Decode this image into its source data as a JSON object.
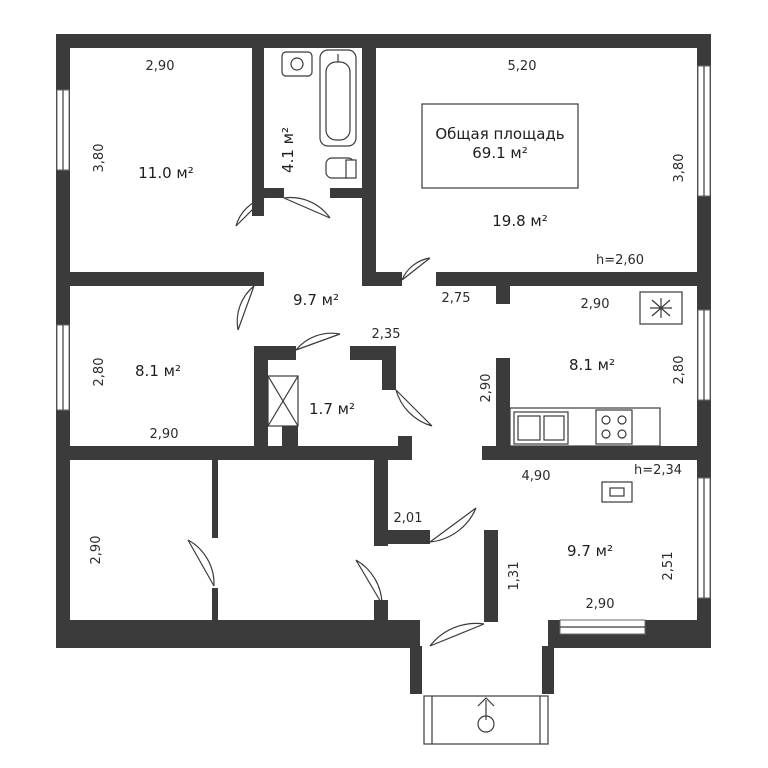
{
  "total_area": {
    "label": "Общая площадь",
    "value": "69.1 м²"
  },
  "rooms": {
    "bedroom_top_left": {
      "area": "11.0 м²",
      "width": "2,90",
      "height": "3,80"
    },
    "bathroom": {
      "area": "4.1 м²"
    },
    "living_room": {
      "area": "19.8 м²",
      "width": "5,20",
      "height": "3,80",
      "ceiling": "h=2,60"
    },
    "hallway": {
      "area": "9.7 м²",
      "dim_a": "2,75",
      "dim_b": "2,35"
    },
    "bedroom_mid_left": {
      "area": "8.1 м²",
      "width": "2,90",
      "height": "2,80"
    },
    "closet": {
      "area": "1.7 м²"
    },
    "kitchen": {
      "area": "8.1 м²",
      "width": "2,90",
      "height": "2,80",
      "depth": "2,90"
    },
    "entry_room": {
      "area": "9.7 м²",
      "width_top": "4,90",
      "ceiling": "h=2,34",
      "width_bottom": "2,90",
      "height": "2,51",
      "small_dim": "1,31",
      "vestibule_dim": "2,01"
    },
    "storage_left": {
      "height": "2,90"
    }
  },
  "icons": {
    "snowflake": "snowflake-icon",
    "entry_arrow": "arrow-up-icon"
  }
}
